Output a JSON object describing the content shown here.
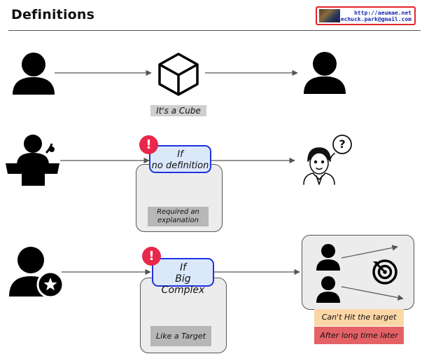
{
  "header": {
    "title": "Definitions",
    "author_url": "http://aeumae.net",
    "author_email": "lechuck.park@gmail.com"
  },
  "row1": {
    "caption": "It's a Cube"
  },
  "row2": {
    "alert": "!",
    "condition_line1": "If",
    "condition_line2": "no definition",
    "note_line1": "Required an",
    "note_line2": "explanation",
    "confused_mark": "?"
  },
  "row3": {
    "alert": "!",
    "condition_line1": "If",
    "condition_line2": "Big Complex",
    "note": "Like a Target",
    "result_miss": "Can't Hit the target",
    "result_late": "After long time later"
  },
  "colors": {
    "accent_blue": "#1f33e0",
    "box_blue_fill": "#dbe8fa",
    "alert_red": "#e8284a",
    "orange_fill": "#fbd6a6",
    "red_fill": "#e46266",
    "note_gray": "#b7b7b7"
  }
}
